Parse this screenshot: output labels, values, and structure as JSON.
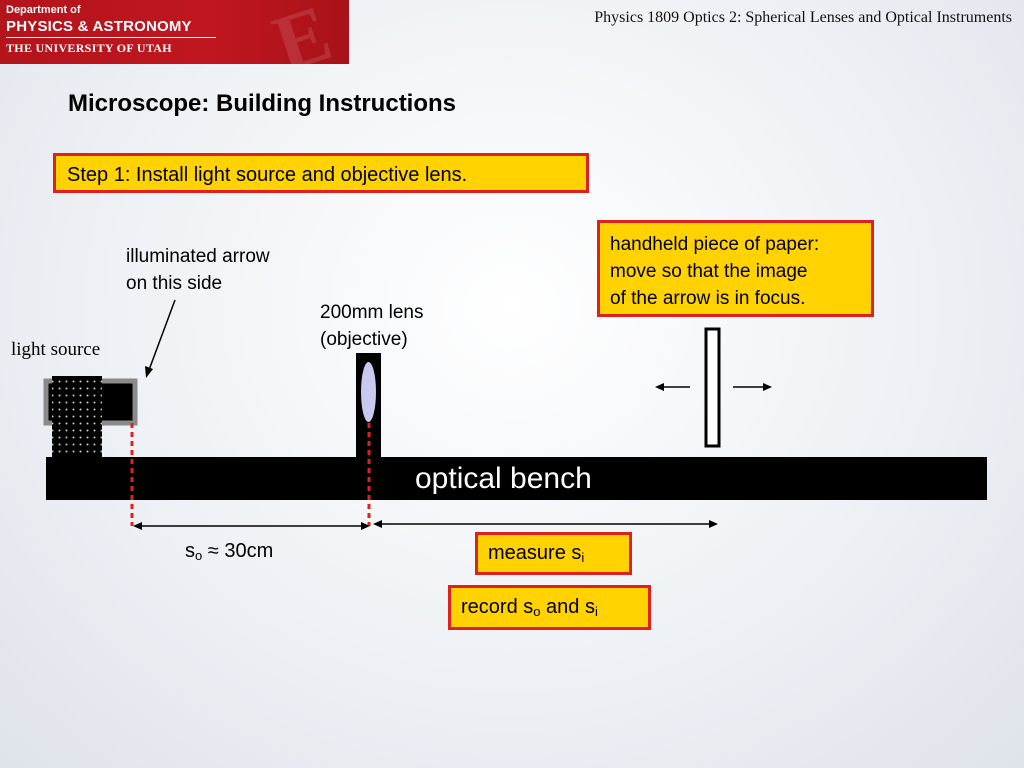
{
  "header": {
    "dept_line1": "Department of",
    "dept_line2": "PHYSICS & ASTRONOMY",
    "dept_line3": "THE UNIVERSITY OF UTAH",
    "course_title": "Physics 1809 Optics 2: Spherical Lenses and Optical Instruments"
  },
  "slide": {
    "title": "Microscope: Building Instructions",
    "step": "Step 1: Install light source and objective lens."
  },
  "labels": {
    "arrow_line1": "illuminated arrow",
    "arrow_line2": "on this side",
    "lens_line1": "200mm lens",
    "lens_line2": "(objective)",
    "light_source": "light source",
    "bench": "optical bench",
    "paper_line1": "handheld piece of paper:",
    "paper_line2": "move so that the image",
    "paper_line3": "of the arrow is in focus.",
    "so_symbol": "s",
    "so_sub": "o",
    "so_value": " ≈ 30cm",
    "measure_text": "measure s",
    "measure_sub": "i",
    "record_text": "record s",
    "record_sub1": "o",
    "record_and": " and s",
    "record_sub2": "i"
  },
  "colors": {
    "accent_red": "#e0201f",
    "box_yellow": "#ffd200",
    "lens_fill": "#c8c8f0",
    "logo_red": "#c0161f"
  }
}
